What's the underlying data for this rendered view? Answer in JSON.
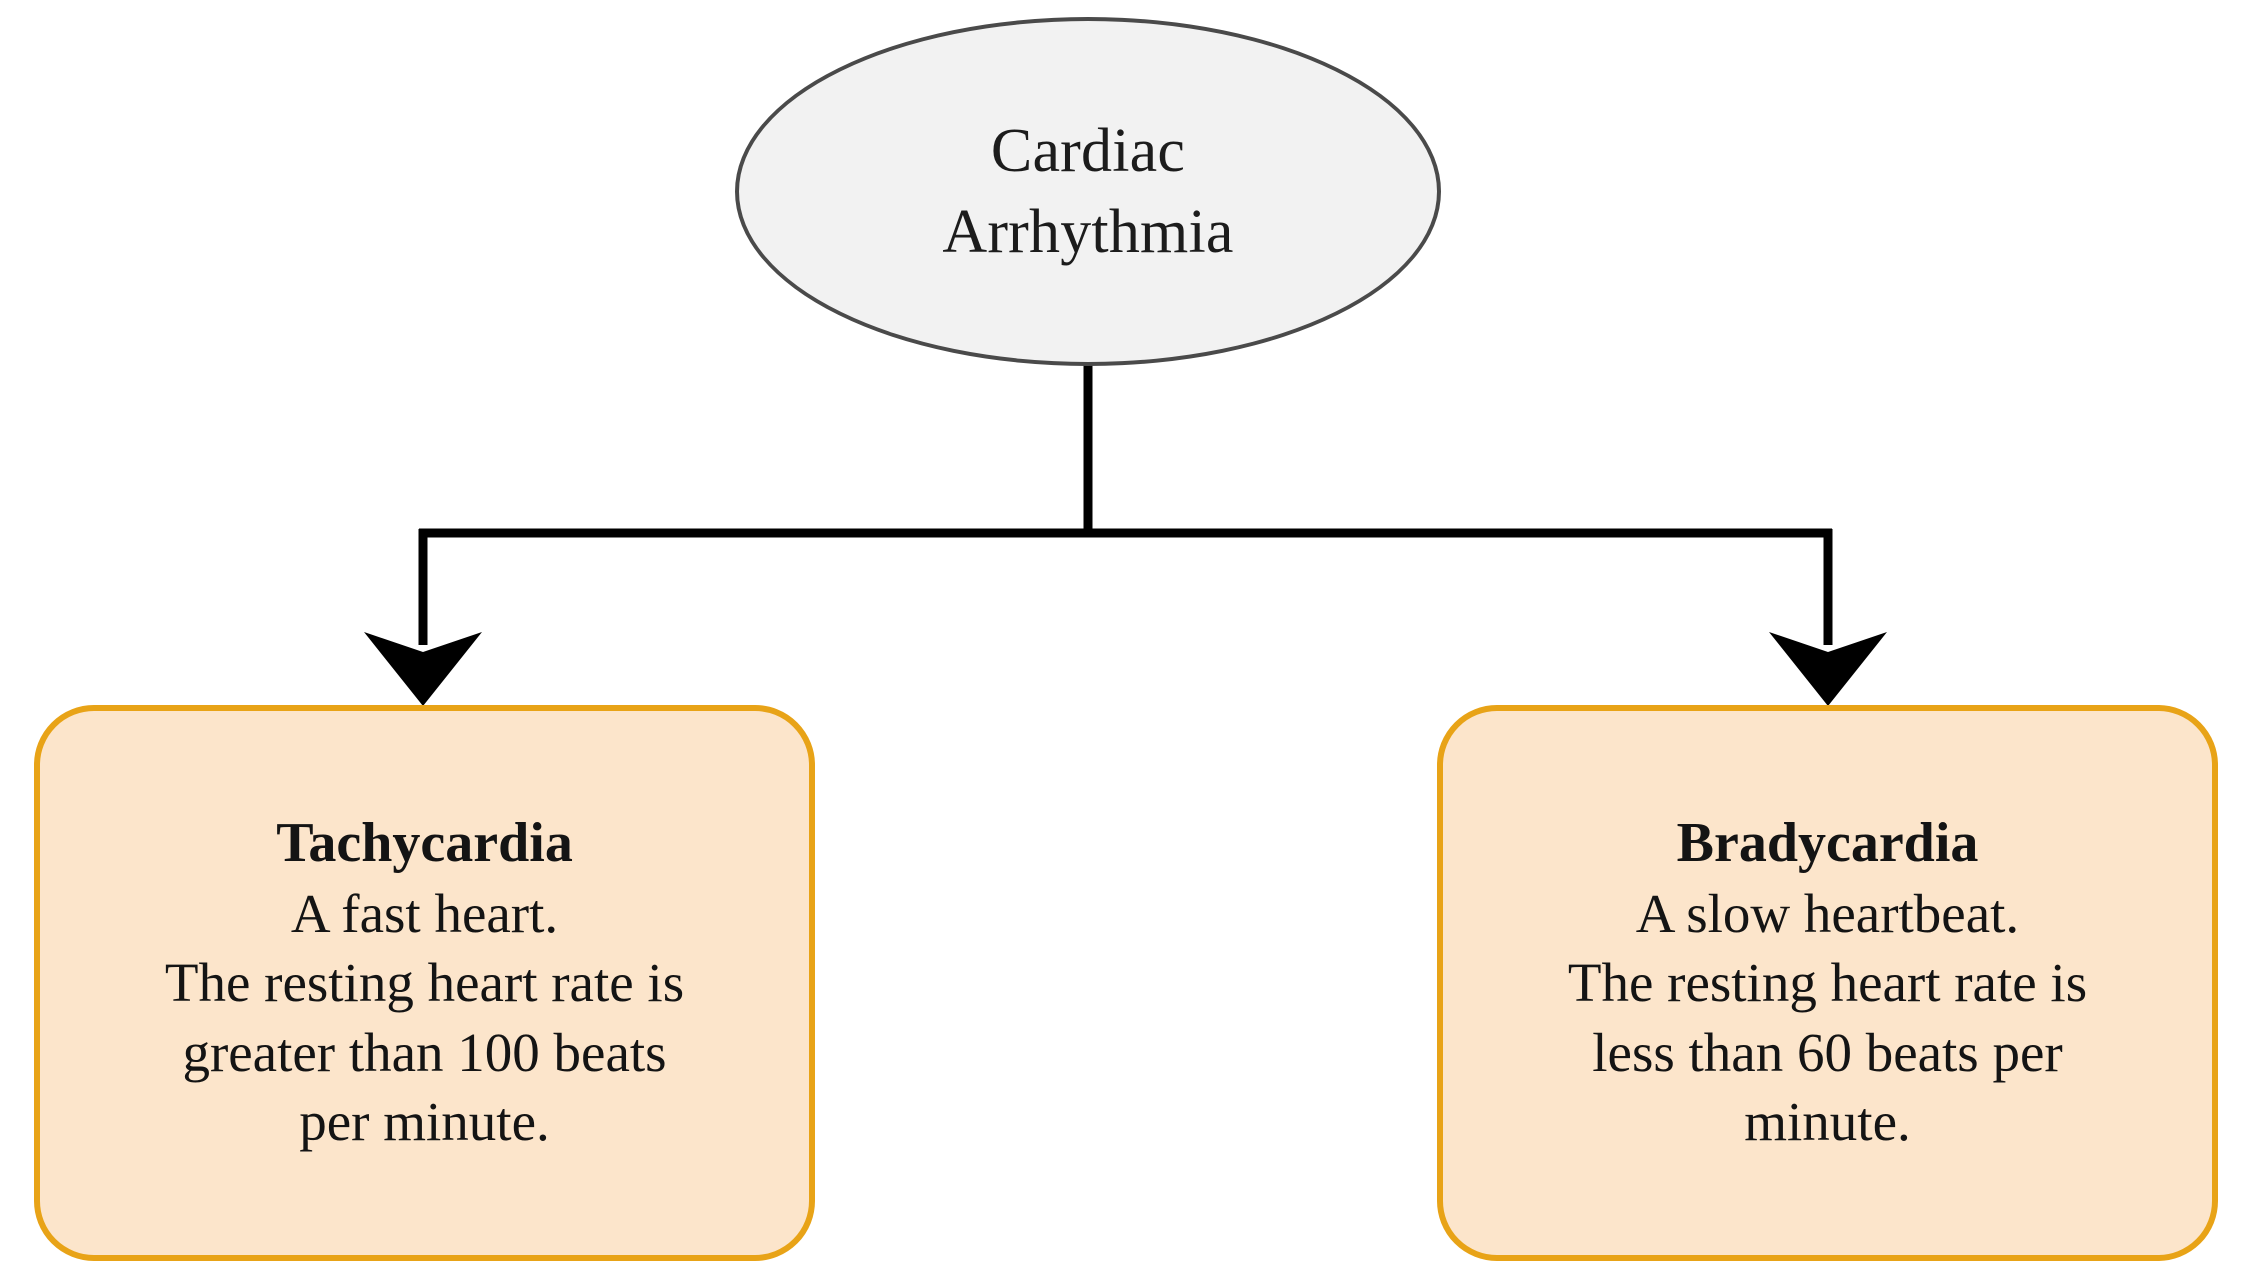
{
  "diagram": {
    "type": "flowchart",
    "orientation": "top-down",
    "background_color": "#ffffff",
    "root": {
      "label_line1": "Cardiac",
      "label_line2": "Arrhythmia",
      "shape": "ellipse",
      "fill_color": "#f2f2f2",
      "border_color": "#4a4a4a"
    },
    "children": [
      {
        "id": "tachycardia",
        "title": "Tachycardia",
        "description": "A fast heart.\nThe resting heart rate is\ngreater than 100 beats\nper minute.",
        "shape": "rounded-rectangle",
        "fill_color": "#fce5cb",
        "border_color": "#e8a317"
      },
      {
        "id": "bradycardia",
        "title": "Bradycardia",
        "description": "A slow heartbeat.\nThe resting heart rate is\nless than 60 beats per\nminute.",
        "shape": "rounded-rectangle",
        "fill_color": "#fce5cb",
        "border_color": "#e8a317"
      }
    ],
    "connectors": {
      "style": "elbow",
      "color": "#000000",
      "arrowhead": "solid-triangle",
      "count": 2
    }
  }
}
